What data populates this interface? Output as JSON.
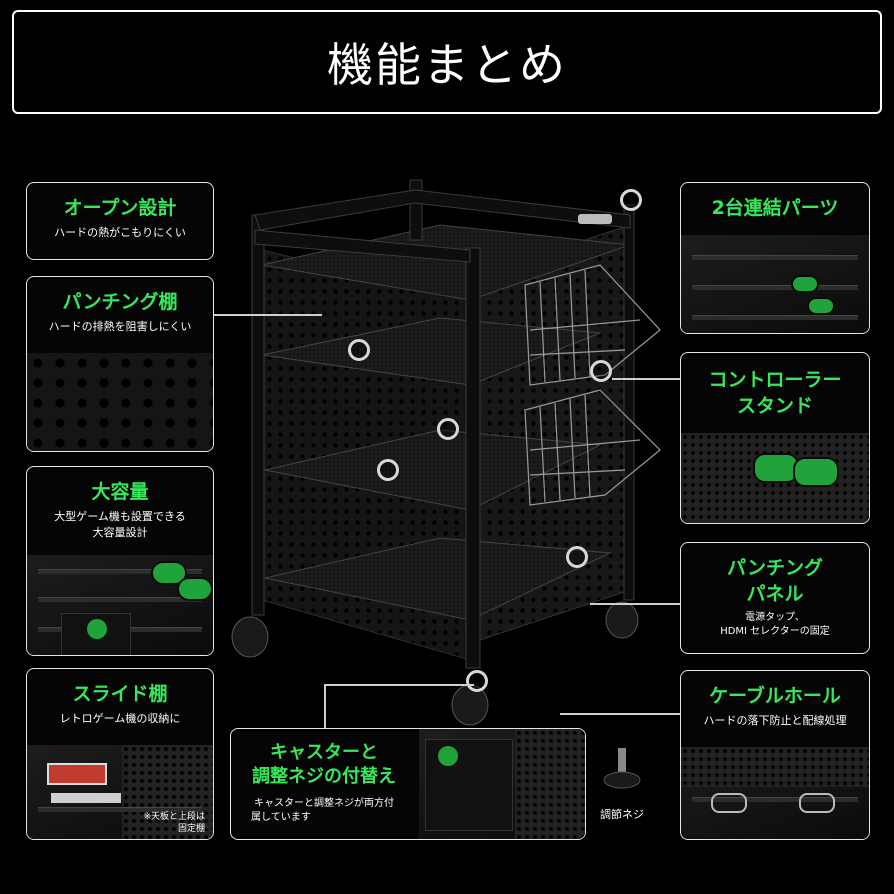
{
  "title": "機能まとめ",
  "features": {
    "open_design": {
      "heading": "オープン設計",
      "desc": "ハードの熱がこもりにくい"
    },
    "punching_shelf": {
      "heading": "パンチング棚",
      "desc": "ハードの排熱を阻害しにくい"
    },
    "large_capacity": {
      "heading": "大容量",
      "desc1": "大型ゲーム機も設置できる",
      "desc2": "大容量設計"
    },
    "slide_shelf": {
      "heading": "スライド棚",
      "desc": "レトロゲーム機の収納に",
      "note1": "※天板と上段は",
      "note2": "固定棚"
    },
    "caster": {
      "heading1": "キャスターと",
      "heading2": "調整ネジの付替え",
      "desc1": "キャスターと調整ネジが両方付",
      "desc2": "属しています",
      "screw_label": "調節ネジ"
    },
    "link_parts": {
      "heading": "2台連結パーツ"
    },
    "controller_stand": {
      "heading1": "コントローラー",
      "heading2": "スタンド"
    },
    "punching_panel": {
      "heading1": "パンチング",
      "heading2": "パネル",
      "desc1": "電源タップ、",
      "desc2": "HDMI セレクターの固定"
    },
    "cable_hole": {
      "heading": "ケーブルホール",
      "desc": "ハードの落下防止と配線処理"
    }
  },
  "colors": {
    "accent_green": "#36e85a",
    "background": "#000000",
    "frame": "#e6e6e6"
  }
}
